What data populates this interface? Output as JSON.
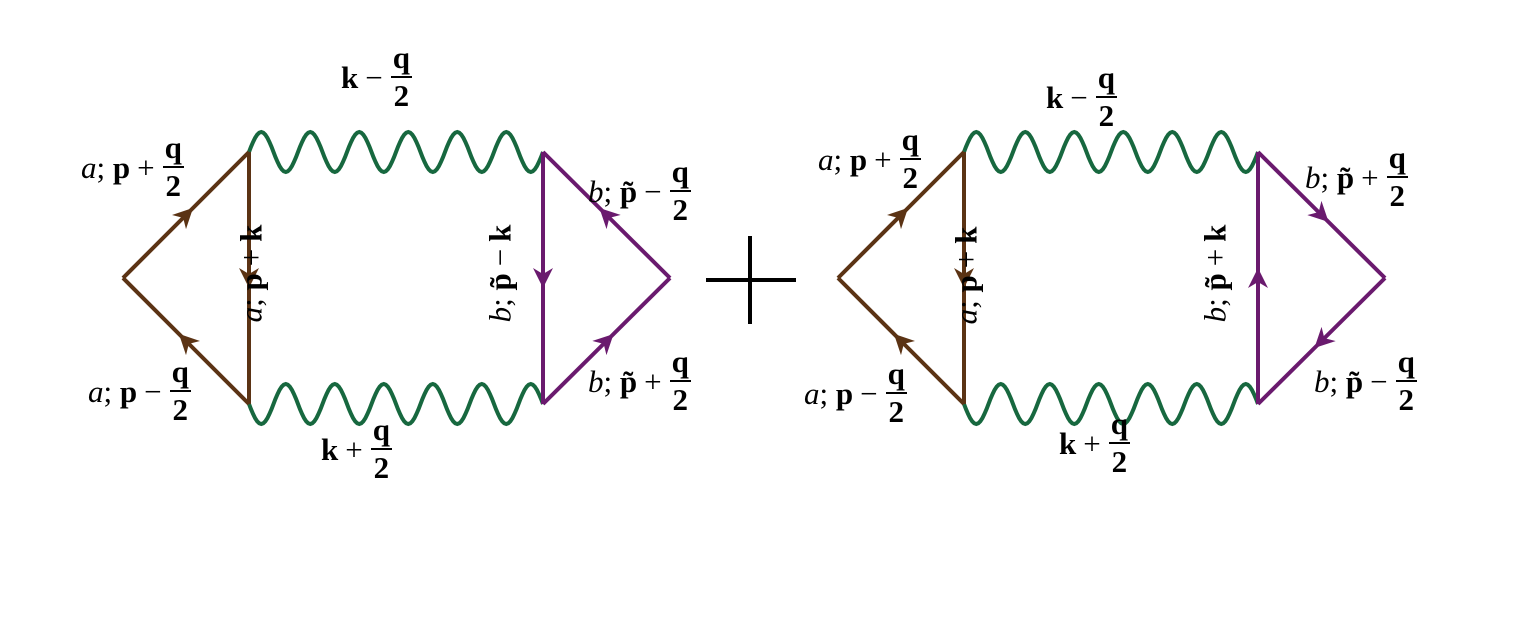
{
  "colors": {
    "quark_a": "#5b3314",
    "quark_b": "#6a1a6e",
    "gluon": "#17683f",
    "text": "#000000"
  },
  "operator": "+",
  "diagrams": [
    {
      "id": "left",
      "top_wavy": {
        "lhs": "k",
        "op": "−",
        "num": "q",
        "den": "2"
      },
      "bottom_wavy": {
        "lhs": "k",
        "op": "+",
        "num": "q",
        "den": "2"
      },
      "a_upper": {
        "idx": "a",
        "sep": ";",
        "lhs": "p",
        "op": "+",
        "num": "q",
        "den": "2"
      },
      "a_lower": {
        "idx": "a",
        "sep": ";",
        "lhs": "p",
        "op": "−",
        "num": "q",
        "den": "2"
      },
      "a_vertical": {
        "idx": "a",
        "sep": ";",
        "lhs": "p",
        "op": "+",
        "rhs": "k"
      },
      "b_upper": {
        "idx": "b",
        "sep": ";",
        "lhs": "p̃",
        "op": "−",
        "num": "q",
        "den": "2"
      },
      "b_lower": {
        "idx": "b",
        "sep": ";",
        "lhs": "p̃",
        "op": "+",
        "num": "q",
        "den": "2"
      },
      "b_vertical": {
        "idx": "b",
        "sep": ";",
        "lhs": "p̃",
        "op": "−",
        "rhs": "k"
      }
    },
    {
      "id": "right",
      "top_wavy": {
        "lhs": "k",
        "op": "−",
        "num": "q",
        "den": "2"
      },
      "bottom_wavy": {
        "lhs": "k",
        "op": "+",
        "num": "q",
        "den": "2"
      },
      "a_upper": {
        "idx": "a",
        "sep": ";",
        "lhs": "p",
        "op": "+",
        "num": "q",
        "den": "2"
      },
      "a_lower": {
        "idx": "a",
        "sep": ";",
        "lhs": "p",
        "op": "−",
        "num": "q",
        "den": "2"
      },
      "a_vertical": {
        "idx": "a",
        "sep": ";",
        "lhs": "p",
        "op": "+",
        "rhs": "k"
      },
      "b_upper": {
        "idx": "b",
        "sep": ";",
        "lhs": "p̃",
        "op": "+",
        "num": "q",
        "den": "2"
      },
      "b_lower": {
        "idx": "b",
        "sep": ";",
        "lhs": "p̃",
        "op": "−",
        "num": "q",
        "den": "2"
      },
      "b_vertical": {
        "idx": "b",
        "sep": ";",
        "lhs": "p̃",
        "op": "+",
        "rhs": "k"
      }
    }
  ]
}
